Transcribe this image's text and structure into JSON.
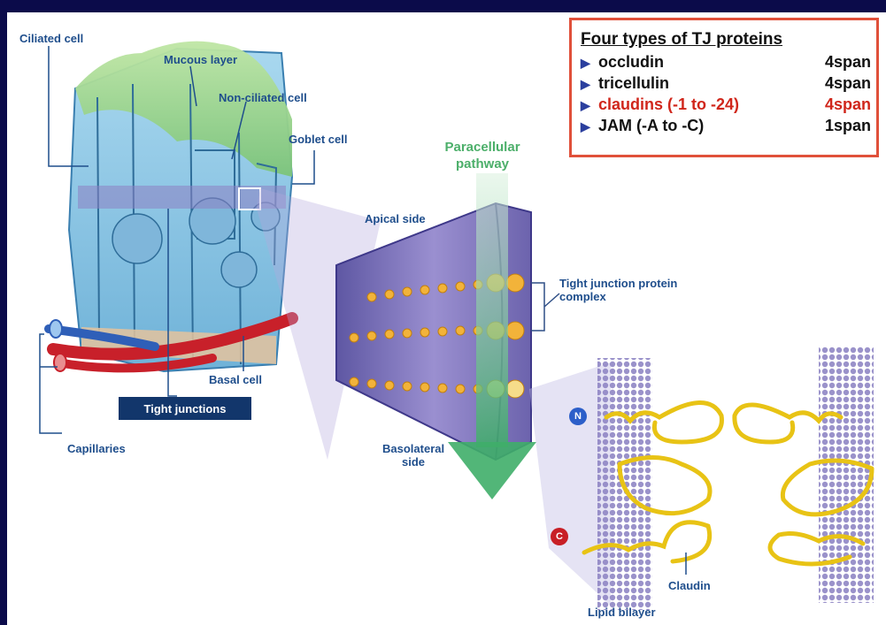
{
  "legend": {
    "title": "Four types of TJ proteins",
    "rows": [
      {
        "name": "occludin",
        "span": "4span",
        "highlight": false
      },
      {
        "name": "tricellulin",
        "span": "4span",
        "highlight": false
      },
      {
        "name": "claudins (-1 to -24)",
        "span": "4span",
        "highlight": true
      },
      {
        "name": "JAM (-A to -C)",
        "span": "1span",
        "highlight": false
      }
    ],
    "highlight_color": "#d0261b"
  },
  "labels": {
    "ciliated_cell": "Ciliated cell",
    "mucous_layer": "Mucous layer",
    "non_ciliated_cell": "Non-ciliated cell",
    "goblet_cell": "Goblet cell",
    "paracellular_pathway": "Paracellular pathway",
    "apical_side": "Apical side",
    "tight_junction_complex": "Tight junction protein complex",
    "basal_cell": "Basal cell",
    "tight_junctions": "Tight junctions",
    "capillaries": "Capillaries",
    "basolateral_side": "Basolateral side",
    "claudin": "Claudin",
    "lipid_bilayer": "Lipid bilayer",
    "n_terminus": "N",
    "c_terminus": "C"
  },
  "colors": {
    "frame": "#0b0b4a",
    "label_text": "#1f4e8c",
    "pathway_green": "#4caf6a",
    "legend_border": "#e0503a",
    "protein_yellow": "#f2d21b",
    "membrane_purple": "#7d6fb3"
  },
  "icons": [
    "arrow-right-icon",
    "down-arrow-icon",
    "n-terminus-icon",
    "c-terminus-icon"
  ]
}
